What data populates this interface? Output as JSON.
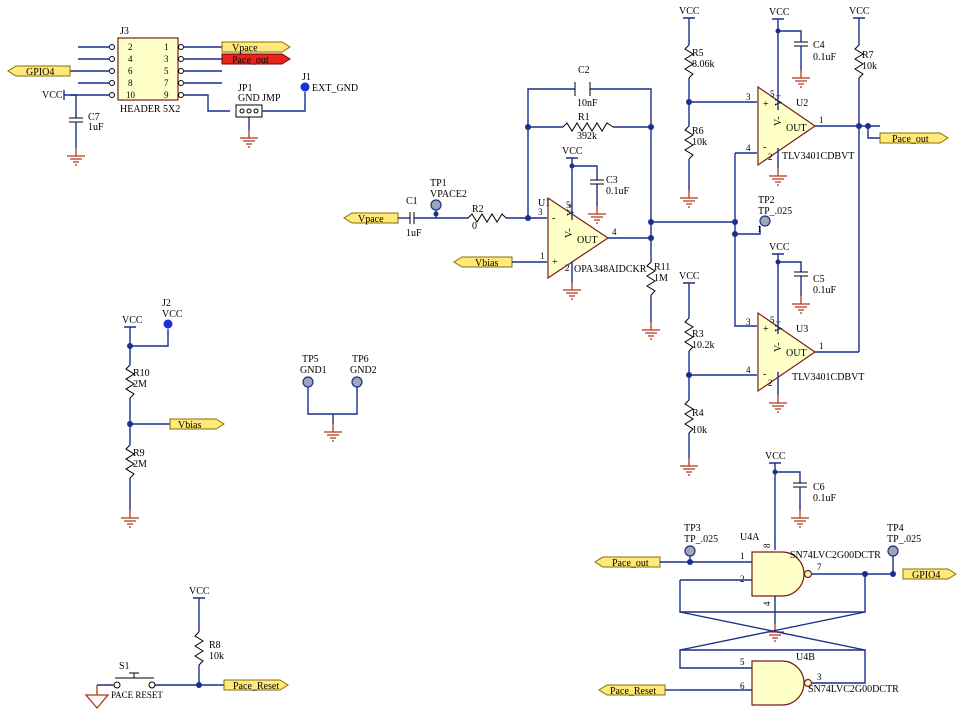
{
  "components": {
    "J3": {
      "ref": "J3",
      "value": "HEADER 5X2",
      "pins": [
        "2",
        "1",
        "4",
        "3",
        "6",
        "5",
        "8",
        "7",
        "10",
        "9"
      ]
    },
    "C7": {
      "ref": "C7",
      "value": "1uF"
    },
    "JP1": {
      "ref": "JP1",
      "value": "GND JMP"
    },
    "J1": {
      "ref": "J1",
      "value": "EXT_GND"
    },
    "C2": {
      "ref": "C2",
      "value": "10nF"
    },
    "R1": {
      "ref": "R1",
      "value": "392k"
    },
    "C3": {
      "ref": "C3",
      "value": "0.1uF"
    },
    "U1": {
      "ref": "U1",
      "value": "OPA348AIDCKR"
    },
    "TP1": {
      "ref": "TP1",
      "value": "VPACE2"
    },
    "C1": {
      "ref": "C1",
      "value": "1uF"
    },
    "R2": {
      "ref": "R2",
      "value": "0"
    },
    "R11": {
      "ref": "R11",
      "value": "1M"
    },
    "R5": {
      "ref": "R5",
      "value": "8.06k"
    },
    "R6": {
      "ref": "R6",
      "value": "10k"
    },
    "C4": {
      "ref": "C4",
      "value": "0.1uF"
    },
    "U2": {
      "ref": "U2",
      "value": "TLV3401CDBVT"
    },
    "R7": {
      "ref": "R7",
      "value": "10k"
    },
    "TP2": {
      "ref": "TP2",
      "value": "TP_.025"
    },
    "C5": {
      "ref": "C5",
      "value": "0.1uF"
    },
    "U3": {
      "ref": "U3",
      "value": "TLV3401CDBVT"
    },
    "R3": {
      "ref": "R3",
      "value": "10.2k"
    },
    "R4": {
      "ref": "R4",
      "value": "10k"
    },
    "J2": {
      "ref": "J2",
      "value": "VCC"
    },
    "R10": {
      "ref": "R10",
      "value": "2M"
    },
    "R9": {
      "ref": "R9",
      "value": "2M"
    },
    "TP5": {
      "ref": "TP5",
      "value": "GND1"
    },
    "TP6": {
      "ref": "TP6",
      "value": "GND2"
    },
    "C6": {
      "ref": "C6",
      "value": "0.1uF"
    },
    "TP3": {
      "ref": "TP3",
      "value": "TP_.025"
    },
    "U4A": {
      "ref": "U4A",
      "value": "SN74LVC2G00DCTR"
    },
    "TP4": {
      "ref": "TP4",
      "value": "TP_.025"
    },
    "U4B": {
      "ref": "U4B",
      "value": "SN74LVC2G00DCTR"
    },
    "R8": {
      "ref": "R8",
      "value": "10k"
    },
    "S1": {
      "ref": "S1",
      "value": "PACE RESET"
    }
  },
  "nets": {
    "vpace": "Vpace",
    "pace_out": "Pace_out",
    "gpio4": "GPIO4",
    "vbias": "Vbias",
    "pace_reset": "Pace_Reset",
    "vcc": "VCC"
  },
  "opamp": {
    "out": "OUT",
    "vneg": "V-",
    "vpos": "V+",
    "minus": "-",
    "plus": "+"
  },
  "pins": {
    "u1_in_minus": "3",
    "u1_vpos": "5",
    "u1_out": "4",
    "u1_in_plus": "1",
    "u1_vneg": "2",
    "u2_in_plus": "3",
    "u2_in_minus": "4",
    "u2_vpos": "5",
    "u2_out": "1",
    "u2_vneg": "2",
    "u3_in_plus": "3",
    "u3_in_minus": "4",
    "u3_vpos": "5",
    "u3_out": "1",
    "u3_vneg": "2",
    "u4a_in1": "1",
    "u4a_in2": "2",
    "u4a_out": "7",
    "u4a_vcc": "8",
    "u4a_gnd": "4",
    "u4b_in1": "5",
    "u4b_in2": "6",
    "u4b_out": "3",
    "tp_pin": "1"
  },
  "colors": {
    "wire": "#1a2f8c",
    "ground": "#b0361c",
    "flag": "#ffe97a",
    "flag_active": "#e8251b",
    "chip_fill": "#ffffc8",
    "test_point": "#9fa7b6"
  }
}
